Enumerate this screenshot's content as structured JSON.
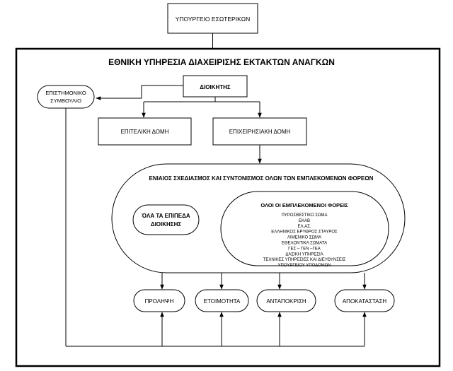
{
  "nodes": {
    "ministry": "ΥΠΟΥΡΓΕΙΟ ΕΣΩΤΕΡΙΚΩΝ",
    "frame_title": "ΕΘΝΙΚΗ ΥΠΗΡΕΣΙΑ ΔΙΑΧΕΙΡΙΣΗΣ ΕΚΤΑΚΤΩΝ ΑΝΑΓΚΩΝ",
    "director": "ΔΙΟΙΚΗΤΗΣ",
    "scientific_council": [
      "ΕΠΙΣΤΗΜΟΝΙΚΟ",
      "ΣΥΜΒΟΥΛΙΟ"
    ],
    "staff_structure": "ΕΠΙΤΕΛΙΚΗ ΔΟΜΗ",
    "operational_structure": "ΕΠΙΧΕΙΡΗΣΙΑΚΗ ΔΟΜΗ",
    "unified_planning": "ΕΝΙΑΙΟΣ ΣΧΕΔΙΑΣΜΟΣ ΚΑΙ ΣΥΝΤΟΝΙΣΜΟΣ ΟΛΩΝ ΤΩΝ ΕΜΠΛΕΚΟΜΕΝΩΝ ΦΟΡΕΩΝ",
    "all_levels": [
      "ΌΛΑ ΤΑ ΕΠΙΠΕΔΑ",
      "ΔΙΟΙΚΗΣΗΣ"
    ],
    "agencies_title": "ΟΛΟΙ ΟΙ ΕΜΠΛΕΚΟΜΕΝΟΙ ΦΟΡΕΙΣ",
    "agencies": [
      "ΠΥΡΟΣΒΕΣΤΙΚΟ ΣΩΜΑ",
      "ΕΚΑΒ",
      "ΕΛ.ΑΣ.",
      "ΕΛΛΗΝΙΚΟΣ ΕΡΥΘΡΟΣ ΣΤΑΥΡΟΣ",
      "ΛΙΜΕΝΙΚΟ ΣΩΜΑ",
      "ΕΘΕΛΟΝΤΙΚΑ ΣΩΜΑΤΑ",
      "ΓΕΣ – ΓΕΝ –ΓΕΑ",
      "ΔΑΣΙΚΗ ΥΠΗΡΕΣΙΑ",
      "ΤΕΧΝΙΚΕΣ ΥΠΗΡΕΣΙΕΣ ΚΑΙ ΔΙΕΥΘΥΝΣΕΙΣ",
      "ΥΠΟΥΡΓΕΙΟΥ ΥΠΟΔΟΜΩΝ"
    ],
    "phases": [
      "ΠΡΟΛΗΨΗ",
      "ΕΤΟΙΜΟΤΗΤΑ",
      "ΑΝΤΑΠΟΚΡΙΣΗ",
      "ΑΠΟΚΑΤΑΣΤΑΣΗ"
    ]
  }
}
